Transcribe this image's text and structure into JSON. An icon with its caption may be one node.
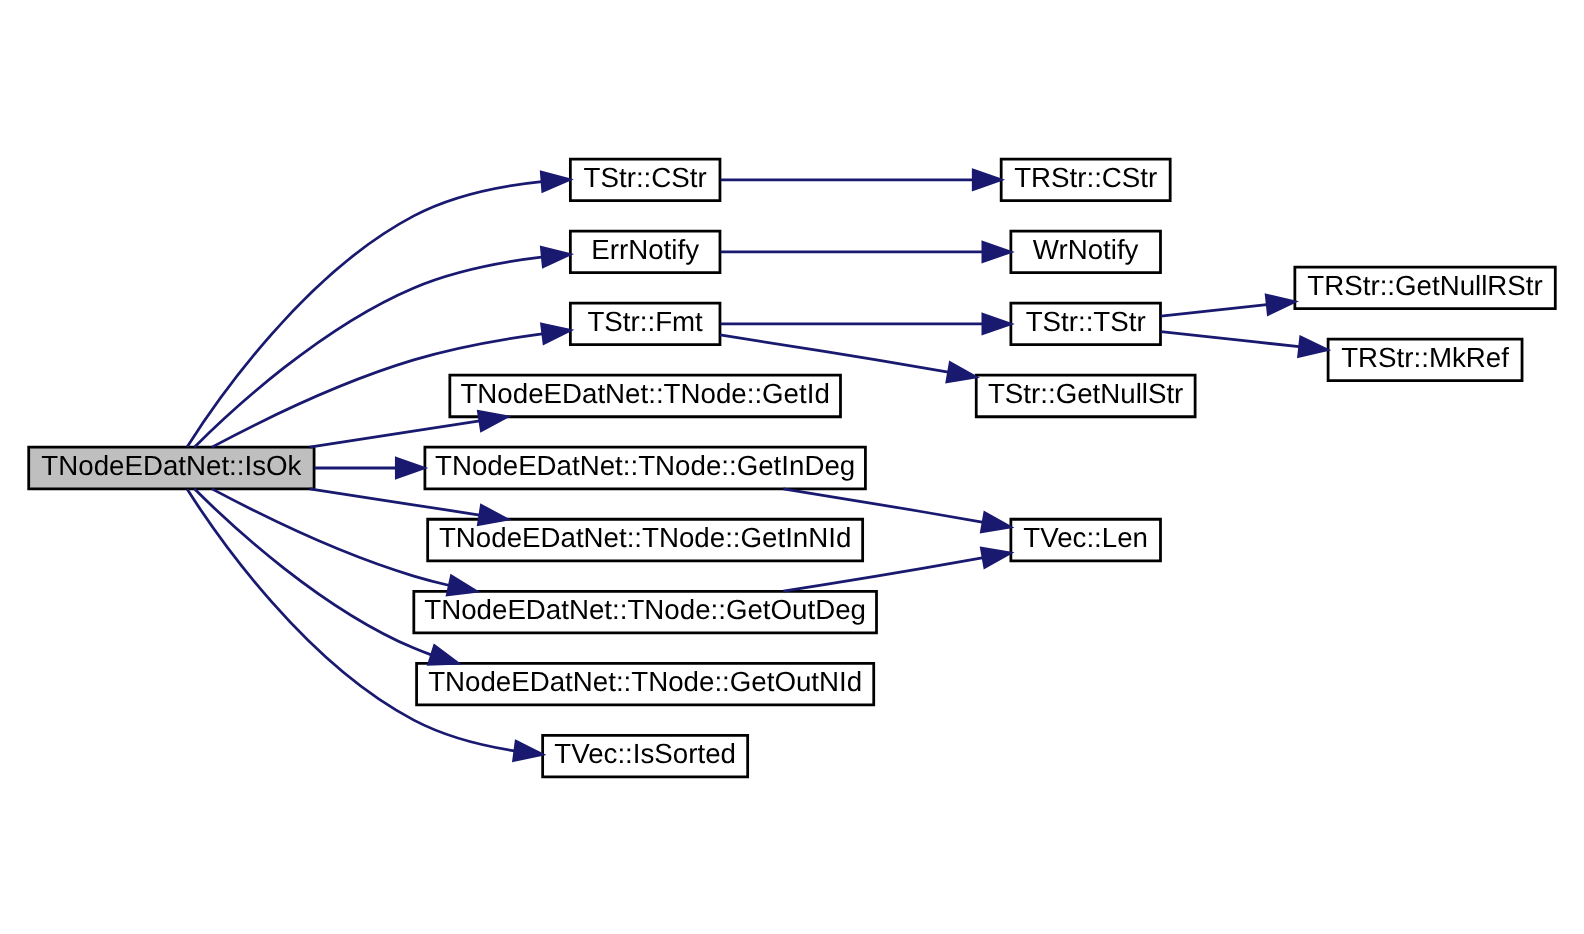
{
  "diagram": {
    "nodes": [
      {
        "text": [
          "TNodeEDatNet::IsOk"
        ]
      },
      {
        "text": [
          "TStr::CStr"
        ]
      },
      {
        "text": [
          "TRStr::CStr"
        ]
      },
      {
        "text": [
          "ErrNotify"
        ]
      },
      {
        "text": [
          "WrNotify"
        ]
      },
      {
        "text": [
          "TStr::Fmt"
        ]
      },
      {
        "text": [
          "TStr::TStr"
        ]
      },
      {
        "text": [
          "TRStr::GetNullRStr"
        ]
      },
      {
        "text": [
          "TRStr::MkRef"
        ]
      },
      {
        "text": [
          "TStr::GetNullStr"
        ]
      },
      {
        "text": [
          "TNodeEDatNet::TNode::GetId"
        ]
      },
      {
        "text": [
          "TNodeEDatNet::TNode::GetInDeg"
        ]
      },
      {
        "text": [
          "TVec::Len"
        ]
      },
      {
        "text": [
          "TNodeEDatNet::TNode::GetInNId"
        ]
      },
      {
        "text": [
          "TNodeEDatNet::TNode::GetOutDeg"
        ]
      },
      {
        "text": [
          "TNodeEDatNet::TNode::GetOutNId"
        ]
      },
      {
        "text": [
          "TVec::IsSorted"
        ]
      }
    ],
    "edges": [
      {
        "from": 0,
        "to": 1,
        "arrow": "to"
      },
      {
        "from": 1,
        "to": 2,
        "arrow": "to"
      },
      {
        "from": 0,
        "to": 3,
        "arrow": "to"
      },
      {
        "from": 3,
        "to": 4,
        "arrow": "to"
      },
      {
        "from": 0,
        "to": 5,
        "arrow": "to"
      },
      {
        "from": 5,
        "to": 6,
        "arrow": "to"
      },
      {
        "from": 6,
        "to": 7,
        "arrow": "to"
      },
      {
        "from": 6,
        "to": 8,
        "arrow": "to"
      },
      {
        "from": 5,
        "to": 9,
        "arrow": "to"
      },
      {
        "from": 0,
        "to": 10,
        "arrow": "to"
      },
      {
        "from": 0,
        "to": 11,
        "arrow": "to"
      },
      {
        "from": 11,
        "to": 12,
        "arrow": "to"
      },
      {
        "from": 0,
        "to": 13,
        "arrow": "to"
      },
      {
        "from": 0,
        "to": 14,
        "arrow": "to"
      },
      {
        "from": 14,
        "to": 12,
        "arrow": "to"
      },
      {
        "from": 0,
        "to": 15,
        "arrow": "to"
      },
      {
        "from": 0,
        "to": 16,
        "arrow": "to"
      }
    ]
  }
}
